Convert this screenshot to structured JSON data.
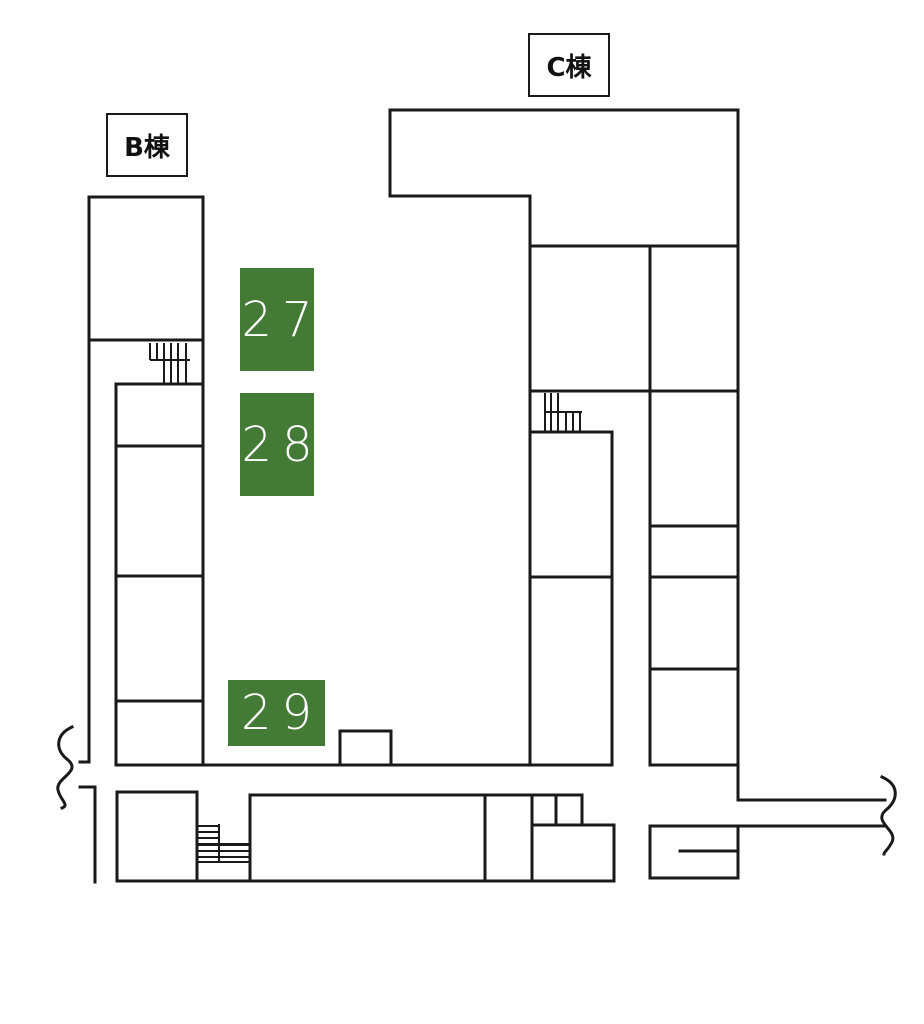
{
  "buildings": {
    "b": {
      "label": "B棟"
    },
    "c": {
      "label": "C棟"
    }
  },
  "spots": [
    {
      "number": "27"
    },
    {
      "number": "28"
    },
    {
      "number": "29"
    }
  ],
  "colors": {
    "spot": "#437a36",
    "wall": "#1a1a1a"
  }
}
